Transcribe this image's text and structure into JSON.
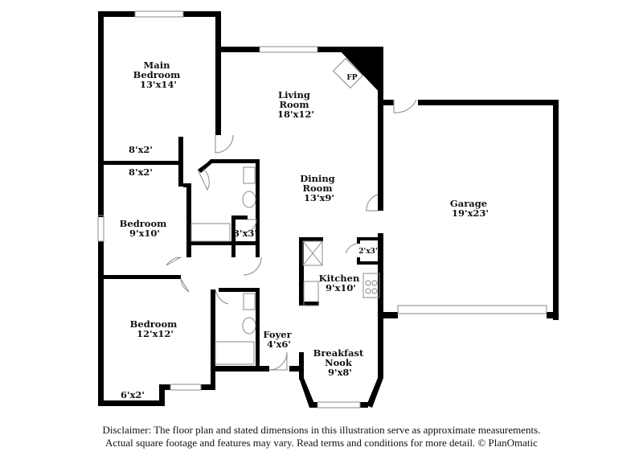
{
  "rooms": {
    "main_bedroom": {
      "name_line1": "Main",
      "name_line2": "Bedroom",
      "size": "13'x14'"
    },
    "living_room": {
      "name_line1": "Living",
      "name_line2": "Room",
      "size": "18'x12'"
    },
    "fireplace": "FP",
    "dining_room": {
      "name_line1": "Dining",
      "name_line2": "Room",
      "size": "13'x9'"
    },
    "garage": {
      "name": "Garage",
      "size": "19'x23'"
    },
    "closet_main_1": "8'x2'",
    "closet_main_2": "8'x2'",
    "bedroom_2": {
      "name": "Bedroom",
      "size": "9'x10'"
    },
    "closet_hall": "3'x3'",
    "pantry": "2'x3'",
    "kitchen": {
      "name": "Kitchen",
      "size": "9'x10'"
    },
    "bedroom_3": {
      "name": "Bedroom",
      "size": "12'x12'"
    },
    "foyer": {
      "name": "Foyer",
      "size": "4'x6'"
    },
    "breakfast_nook": {
      "name_line1": "Breakfast",
      "name_line2": "Nook",
      "size": "9'x8'"
    },
    "closet_bed3": "6'x2'"
  },
  "disclaimer": {
    "line1": "Disclaimer: The floor plan and stated dimensions in this illustration serve as approximate measurements.",
    "line2": "Actual square footage and features may vary. Read terms and conditions for more detail. © PlanOmatic"
  },
  "colors": {
    "wall": "#000000",
    "fixture": "#999999"
  }
}
